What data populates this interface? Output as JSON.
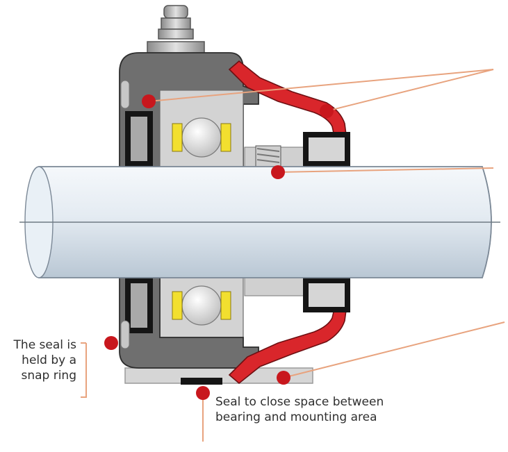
{
  "diagram": {
    "labels": {
      "snap_ring": [
        "The seal is",
        "held by a",
        "snap ring"
      ],
      "mounting_seal": [
        "Seal to close space between",
        "bearing and mounting area"
      ]
    },
    "colors": {
      "housing": "#6f6f6f",
      "cover": "#d9262b",
      "shaft": "#e6edf4",
      "ball": "#eaeaea",
      "cage": "#f2df2f",
      "seal": "#151515",
      "leader": "#e8a37e",
      "marker": "#c8171d",
      "bracket": "#d8ccb4"
    }
  }
}
